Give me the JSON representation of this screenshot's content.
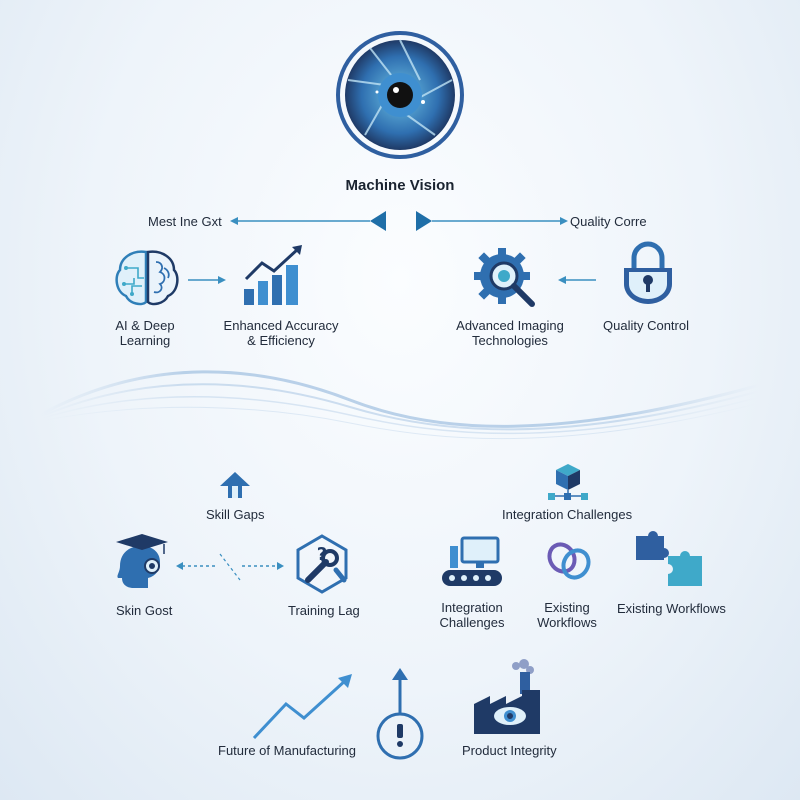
{
  "title": "Machine Vision",
  "top_left_label": "Mest Ine Gxt",
  "top_right_label": "Quality Corre",
  "row1": {
    "ai_label": "AI & Deep Learning",
    "accuracy_label": "Enhanced Accuracy & Efficiency",
    "imaging_label": "Advanced Imaging Technologies",
    "quality_label": "Quality Control"
  },
  "challenges": {
    "skill_gaps_title": "Skill Gaps",
    "integration_title": "Integration Challenges",
    "skin_gost_label": "Skin Gost",
    "training_lag_label": "Training Lag",
    "integration_label": "Integration Challenges",
    "existing_workflows_label": "Existing Workflows",
    "existing_workflows_label_2": "Existing Workflows"
  },
  "bottom": {
    "future_label": "Future of Manufacturing",
    "integrity_label": "Product Integrity"
  },
  "colors": {
    "primary_blue": "#2f6fb0",
    "accent_teal": "#3fa9c9",
    "accent_purple": "#6b5bb5",
    "dark_navy": "#1f3a66"
  },
  "icons": [
    "eye-lens-icon",
    "brain-circuit-icon",
    "growth-chart-icon",
    "gear-magnifier-icon",
    "padlock-icon",
    "up-arrow-icon",
    "cube-network-icon",
    "graduate-head-icon",
    "wrench-question-icon",
    "conveyor-monitor-icon",
    "interlock-rings-icon",
    "puzzle-icon",
    "trend-arrow-icon",
    "alert-arrow-icon",
    "factory-eye-icon"
  ]
}
